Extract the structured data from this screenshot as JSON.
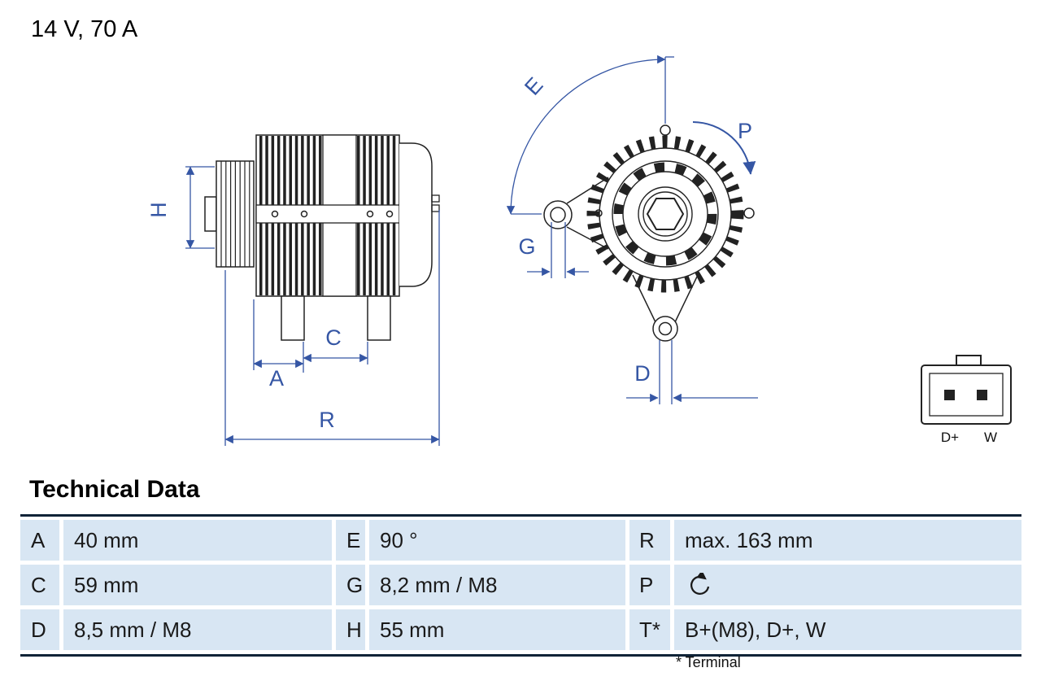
{
  "header": {
    "rating": "14 V, 70 A"
  },
  "diagram": {
    "labels": {
      "H": "H",
      "A": "A",
      "C": "C",
      "R": "R",
      "E": "E",
      "G": "G",
      "P": "P",
      "D": "D"
    },
    "connector": {
      "pin_left": "D+",
      "pin_right": "W"
    },
    "icons": {
      "p_rotation": "circular-rotation-arrow"
    }
  },
  "technical_data": {
    "title": "Technical Data",
    "rows": [
      {
        "c1k": "A",
        "c1v": "40 mm",
        "c2k": "E",
        "c2v": "90 °",
        "c3k": "R",
        "c3v": "max. 163 mm"
      },
      {
        "c1k": "C",
        "c1v": "59 mm",
        "c2k": "G",
        "c2v": "8,2 mm / M8",
        "c3k": "P",
        "c3v": ""
      },
      {
        "c1k": "D",
        "c1v": "8,5 mm / M8",
        "c2k": "H",
        "c2v": "55 mm",
        "c3k": "T*",
        "c3v": "B+(M8), D+, W"
      }
    ],
    "footnote": "* Terminal"
  },
  "colors": {
    "dimension_blue": "#3556a4",
    "drawing_ink": "#222222",
    "row_background": "#d8e6f3",
    "table_border": "#0f2337"
  }
}
